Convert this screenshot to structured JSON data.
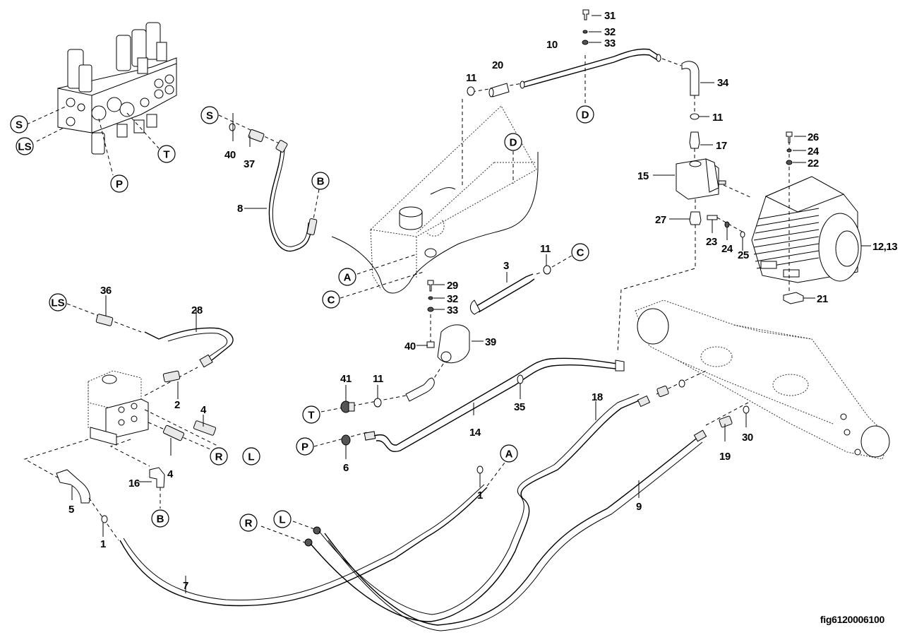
{
  "figure": {
    "id": "fig6120006100",
    "type": "exploded-parts-diagram",
    "subject": "hydraulic steering / pump circuit assembly"
  },
  "callouts": [
    {
      "n": "1",
      "part": 1
    },
    {
      "n": "1",
      "part": 1
    },
    {
      "n": "2",
      "part": 2
    },
    {
      "n": "3",
      "part": 3
    },
    {
      "n": "4",
      "part": 4
    },
    {
      "n": "4",
      "part": 4
    },
    {
      "n": "5",
      "part": 5
    },
    {
      "n": "6",
      "part": 6
    },
    {
      "n": "7",
      "part": 7
    },
    {
      "n": "8",
      "part": 8
    },
    {
      "n": "9",
      "part": 9
    },
    {
      "n": "10",
      "part": 10
    },
    {
      "n": "11",
      "part": 11
    },
    {
      "n": "11",
      "part": 11
    },
    {
      "n": "11",
      "part": 11
    },
    {
      "n": "11",
      "part": 11
    },
    {
      "n": "12,13",
      "part": "12,13"
    },
    {
      "n": "14",
      "part": 14
    },
    {
      "n": "15",
      "part": 15
    },
    {
      "n": "16",
      "part": 16
    },
    {
      "n": "17",
      "part": 17
    },
    {
      "n": "18",
      "part": 18
    },
    {
      "n": "19",
      "part": 19
    },
    {
      "n": "20",
      "part": 20
    },
    {
      "n": "21",
      "part": 21
    },
    {
      "n": "22",
      "part": 22
    },
    {
      "n": "23",
      "part": 23
    },
    {
      "n": "24",
      "part": 24
    },
    {
      "n": "24",
      "part": 24
    },
    {
      "n": "25",
      "part": 25
    },
    {
      "n": "26",
      "part": 26
    },
    {
      "n": "27",
      "part": 27
    },
    {
      "n": "28",
      "part": 28
    },
    {
      "n": "29",
      "part": 29
    },
    {
      "n": "30",
      "part": 30
    },
    {
      "n": "31",
      "part": 31
    },
    {
      "n": "32",
      "part": 32
    },
    {
      "n": "32",
      "part": 32
    },
    {
      "n": "33",
      "part": 33
    },
    {
      "n": "33",
      "part": 33
    },
    {
      "n": "34",
      "part": 34
    },
    {
      "n": "35",
      "part": 35
    },
    {
      "n": "36",
      "part": 36
    },
    {
      "n": "37",
      "part": 37
    },
    {
      "n": "39",
      "part": 39
    },
    {
      "n": "40",
      "part": 40
    },
    {
      "n": "40",
      "part": 40
    },
    {
      "n": "41",
      "part": 41
    }
  ],
  "connectors": {
    "S": "S",
    "LS": "LS",
    "T": "T",
    "P": "P",
    "A": "A",
    "B": "B",
    "C": "C",
    "D": "D",
    "R": "R",
    "L": "L"
  }
}
